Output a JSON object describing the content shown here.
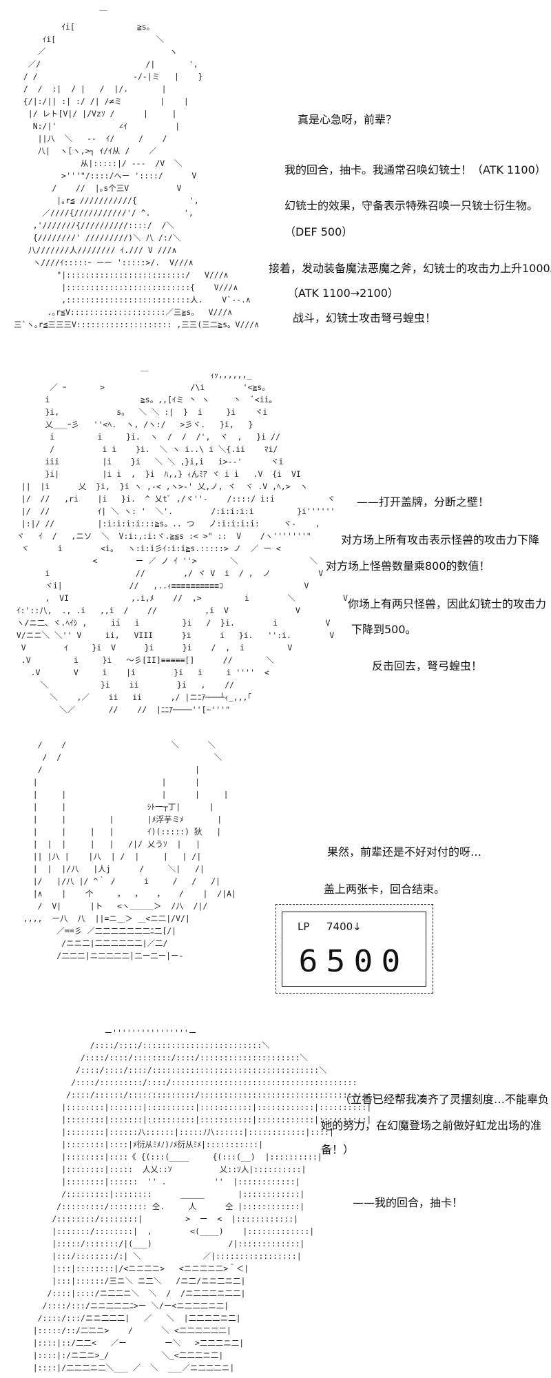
{
  "panels": [
    {
      "art": [
        "                  ￣",
        "          ｲi[             ≧s。",
        "      ｲi[                     ＼",
        "     ／                          ヽ",
        "   ／/                      /|       ',",
        "  / /                    -/-|ミ   |    }",
        "  /  /  :|  / |   /  |/.       |",
        "  {/|:/|| :| :/ /| /≠ミ        |    |",
        "   |/ レト[V|/ |/Vzｿ /      |     |",
        "    N:/|'             ∠ｲ          |",
        "     ||八  ＼   --  ｲ/     /    /",
        "     八|  ヽ[ヽ,>┐ ｲ/ｲ从 /    ／",
        "              从|:::::|/ ---  /V  ＼",
        "          >'''\"/::::/へー '::::/      V",
        "        /    //  |｡s个三V          V",
        "         |｡r≦ ///////////{           ',",
        "      ／////{///////////'/ ^.       ',",
        "    ,'///////{//////////::::/  /＼",
        "    {////////' /////////)＼ 八 /:/＼",
        "   八///////人//////// ｲ./// V ///∧",
        "    ヽ////ｲ:::::ｰ ーー ':::::>/.  V///∧",
        "         \"|:::::::::::::::::::::::::/   V///∧",
        "          |::::::::::::::::::::::::::{    V///∧",
        "          ,::::::::::::::::::::::::::人.    V`--.∧",
        "       .｡r≦V::::::::::::::::::::／三≧s。  V///∧",
        "三`ヽ｡r≦三三三V:::::::::::::::::::: ,三三(三二≧s。V///∧"
      ],
      "lines": [
        "真是心急呀，前辈？",
        "我的回合，抽卡。我通常召唤幻铳士！（ATK 1100）",
        "幻铳士的效果，守备表示特殊召唤一只铳士衍生物。",
        "（DEF 500）",
        "接着，发动装备魔法恶魔之斧，幻铳士的攻击力上升1000。",
        "（ATK 1100→2100）",
        "战斗，幻铳士攻击弩弓蝗虫！"
      ]
    },
    {
      "art": [
        "                            ￣             ｨｯ,,,,,,_",
        "         ／ ｰ       >                  /\\i        '<≧s。",
        "        i                   ≧s。,,[ｲミ 丶 ヽ     丶  ﾞ<ii。",
        "        }i,            s。  ＼ ＼ :|  }  i     }i    ヾi",
        "        乂___ｰ彡   ''<ﾍ.  ヽ, /ヽ:/   >彡ヾ.   }i,   }",
        "         i         i     }i.  ヽ  /  /  /',  ヾ  ,   }i //",
        "         /          i i    }i.  ＼ ヽ i..\\ i ＼{.ii    ﾏi/",
        "        iii         |i    }i   ＼ ＼ ,}i,i   i>--'      ヾi",
        "        }i|         |i i  ,  }i  ﾊ,,} ｨんﾐｱ ヾ i i   .V  {i  VI",
        "   ||  |i      乂  }i,  }i ヽ ,-< ,ヽ>-' 乂,ノ, ヾ  ヾ .V ,ﾍ,>  ヽ",
        "   |/  //   ,ri    |i   }i.  ^ 乂tﾞ ,/ヾ''-    /::::/ i:i           ヾ",
        "   |/  //          ｲ| ＼ ヽ: '  ＼'.        /:i:i:i:i         }i''''''",
        "   |:|/ //         |:i:i:i:i:::≧s。.. つ   ノ:i:i:i:i:     ヾ-    ,",
        "  ヾ   ｲ  /   ,ニソ  ＼  V:i:,:i:ヾ.≧≦s :< >\" ::  V    /ヽ'''''''\"",
        "   ヾ      i        <i。  ヽ:i:i彡ｲ:i:i≧s.:::::> ノ  ／ ー <",
        "                  <        ー ／ ノ ｲ ''>       ＼               ＼",
        "        i                  //        ,/ ヾ V  i  / ,  ノ          V",
        "        ヾi|              //   ,..ｨ≡≡≡≡≡≡≡≡≡≡ｺ                 V",
        "        ,  VI             ,.i,ﾒ    //  ,>         i        ＼          V",
        "  ｲ:'::八,  ., .i   ,,i  /    //          ,i  V              V",
        "  ヽ/ニ二、ヾ.ﾍｲｼ ,     ii   i         }i   /  }i.        i          V",
        "  V/ニニ＼ ＼'' V     ii,   VIII      }i      i   }i.   '':i.        V",
        "   V        ｲ     }i  V      }i      }i    /  ,  i         V",
        "   .V         i     }i   ～彡[II]≡≡≡≡≡[]      //       ＼",
        "     .V       V     i    |i        }i   i     i ''''  <  ",
        "       ＼           }i    ii        }i   ,    //",
        "         ＼    ,／    ii   ii      ,/ |ニﾆｱ───┴ｨ_,,,｢",
        "           ＼／       //    //  |ﾆﾆｱ────''[~'''\""
      ],
      "lines": [
        "——打开盖牌，分断之壁！",
        "对方场上所有攻击表示怪兽的攻击力下降",
        "对方场上怪兽数量乘800的数值！",
        "你场上有两只怪兽，因此幻铳士的攻击力",
        "下降到500。",
        "反击回去，弩弓蝗虫！"
      ]
    },
    {
      "art": [
        "     /    /                      ＼      ＼",
        "      /  /                                ＼",
        "     /                                |",
        "    |                          |      |",
        "    |     |                    |      |     |",
        "    |     |                 ｼﾄ一┬丁|      |",
        "    |     |         |       |ﾒ浮芋ミﾒ       |",
        "    |     |     |   |       ｲ)(:::::) 狄   |",
        "    |  |  |     |   |   /|/ 乂うｿ  |   |",
        "    || |八 |    |八  | /  |     |   | /|",
        "    |  |  |/八   |人j      /     ＼|   /|",
        "    |/   |/八 |/ ^｀ /      i     /   /   /|",
        "    |∧    |    个     ，  ，   ，   /    |  /|A|",
        "     /  V|      |ト   <ヽ＿＿＿＞  /八  /|/",
        "  ,,,,  ー八  八  ||=ニ＿＞ ＿<ニ二|/V/|",
        "         ／==彡 ／二二二二二二二ﾆ二[/|",
        "          /ニニ二|二二二二二二|／二/",
        "         /二二二|ニ二二二二|二ー二ー|ー-"
      ],
      "lines": [
        "果然，前辈还是不好对付的呀…",
        "盖上两张卡，回合结束。"
      ],
      "lp": {
        "label": "LP",
        "previous": "7400↓",
        "current_digits": [
          "6",
          "5",
          "0",
          "0"
        ],
        "current": "6500"
      }
    },
    {
      "art": [
        "                   ー''''''''''''''''ー",
        "                /::::/::::/:::::::::::::::::::::::::＼",
        "              /::::/::::/::::::::/::::/:::::::::::::::::::::＼",
        "             /::::/::::/::::/:::::::::::::::::::::::::::::::::::＼",
        "            /::::/:::::::::/::::/:::::::::::::::::::::::::::::::::::::::",
        "           /::::/::::::/::::::::::::::/:::::::::::::::::::::::::::::::::::::",
        "          |::::::::|:::::::|::::::::::|:::::::::::|::::::::::::|::::::::::|",
        "          |::::::::|:::::::|::::::::::|:::::::::::|::::::::::::|::::::::::|",
        "          |::::::::|::::::八::::::|:::::ﾉ八::::::|::::::::::::|::::|",
        "          |::::::::|::::|ﾒ衍从ﾐﾒﾉ)ﾉﾒ衍从ﾐﾒ|:::::::::::|",
        "          |::::::::|::::《 {(:::(____     {(:::(__)  |::::::::::|",
        "          |::::::::|:::::  人乂::ｿ          乂::ｿ人|::::::::::|",
        "          |::::::::|::::::  '' .          ''  |::::::::::::|",
        "          /:::::::::|::::::::      _____       |::::::::::::|",
        "         /:::::::::/:::::::: 仝.     人      仝 |::::::::::::|",
        "        /::::::::/::::::::|         >  ー  <  |::::::::::::|",
        "        |:::::::/::::::::|  ,        <(____)    |:::::::::::::|",
        "        |:::::/:::::::/|(___)                /|:::::::::::::|",
        "        |:::/::::::::/:| ＼             ／|:::::::::::::::::|",
        "        |:::|::::::::|/<ニニ二ニ>   <ニニ二ニ二>＾＜|",
        "        |:::|::::::/三ニ＼ ニ二＼   /ニ二/ニニ二ニ二|",
        "       /::::|::::/ニ二二ニ＼  ＼  /  /ニ二二二ニ二二|",
        "      /::::/:::/ニニ二二二ﾆ>ー ＼/ー<ニ二二二ニ二|",
        "     /::::/:::/ニニ二二二|   ／   ＼  |二二二二ニ二|",
        "    |:::::/::/二二ニ>    /      ＼ <二二二二二二|",
        "    |::::|::/二二<   ／ー        ー＼   >二二二ニ二|",
        "    |::::|:/ニ二ニ>_/           ＼_<二二二ニ二|",
        "    |::::|/二二二ニ二＼___ ／  ＼  ___／ニ二二二ニ|"
      ],
      "lines": [
        "（立香已经帮我凑齐了灵摆刻度…不能辜负",
        "她的努力，在幻魔登场之前做好虹龙出场的准",
        "备！）",
        "——我的回合，抽卡！"
      ]
    }
  ]
}
